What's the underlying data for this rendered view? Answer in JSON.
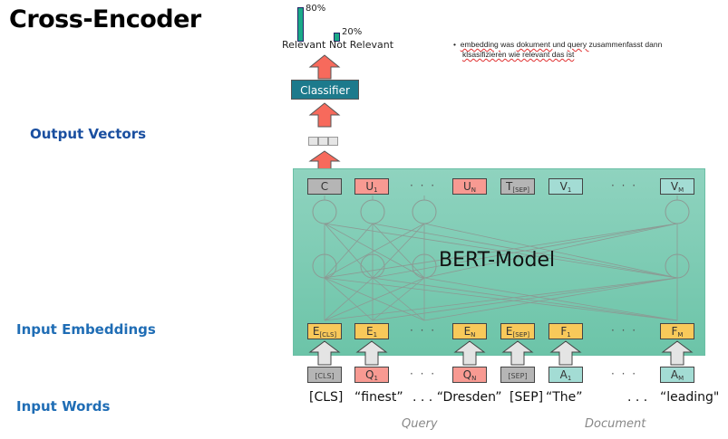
{
  "title": "Cross-Encoder",
  "side_labels": {
    "output_vectors": "Output Vectors",
    "input_embeddings": "Input Embeddings",
    "input_words": "Input Words"
  },
  "note": {
    "bullet": "•",
    "line1_words": [
      "embedding",
      "was",
      "dokument",
      "und",
      "query",
      "zusammenfasst",
      "dann"
    ],
    "line1": "embedding was dokument und query zusammenfasst dann",
    "line2": "klsasifizieren wie relevant das ist"
  },
  "classifier_output": {
    "classes": [
      {
        "label": "Relevant",
        "percent_text": "80%",
        "value": 0.8
      },
      {
        "label": "Not Relevant",
        "percent_text": "20%",
        "value": 0.2
      }
    ],
    "bar_color": "#1aaa88"
  },
  "classifier_label": "Classifier",
  "bert_label": "BERT-Model",
  "output_tokens": [
    {
      "main": "C",
      "sub": "",
      "color": "gray"
    },
    {
      "main": "U",
      "sub": "1",
      "color": "red"
    },
    {
      "main": "· · ·",
      "sub": "",
      "color": "dots"
    },
    {
      "main": "U",
      "sub": "N",
      "color": "red"
    },
    {
      "main": "T",
      "sub": "[SEP]",
      "color": "gray"
    },
    {
      "main": "V",
      "sub": "1",
      "color": "teal"
    },
    {
      "main": "· · ·",
      "sub": "",
      "color": "dots"
    },
    {
      "main": "V",
      "sub": "M",
      "color": "teal"
    }
  ],
  "embedding_tokens": [
    {
      "main": "E",
      "sub": "[CLS]"
    },
    {
      "main": "E",
      "sub": "1"
    },
    {
      "main": "· · ·",
      "sub": ""
    },
    {
      "main": "E",
      "sub": "N"
    },
    {
      "main": "E",
      "sub": "[SEP]"
    },
    {
      "main": "F",
      "sub": "1"
    },
    {
      "main": "· · ·",
      "sub": ""
    },
    {
      "main": "F",
      "sub": "M"
    }
  ],
  "input_tokens": [
    {
      "main": "[CLS]",
      "sub": "",
      "color": "gray"
    },
    {
      "main": "Q",
      "sub": "1",
      "color": "red"
    },
    {
      "main": "· · ·",
      "sub": "",
      "color": "dots"
    },
    {
      "main": "Q",
      "sub": "N",
      "color": "red"
    },
    {
      "main": "[SEP]",
      "sub": "",
      "color": "gray"
    },
    {
      "main": "A",
      "sub": "1",
      "color": "teal"
    },
    {
      "main": "· · ·",
      "sub": "",
      "color": "dots"
    },
    {
      "main": "A",
      "sub": "M",
      "color": "teal"
    }
  ],
  "words": [
    "[CLS]",
    "“finest”",
    ". . . “Dresden”",
    "[SEP]",
    "“The”",
    ". . .",
    "“leading\""
  ],
  "captions": {
    "query": "Query",
    "document": "Document"
  },
  "colors": {
    "bert_bg": "#7ccbb3",
    "classifier": "#1d7a8c",
    "arrow_red": "#f76a5c",
    "heading_blue": "#1a4fa0"
  }
}
